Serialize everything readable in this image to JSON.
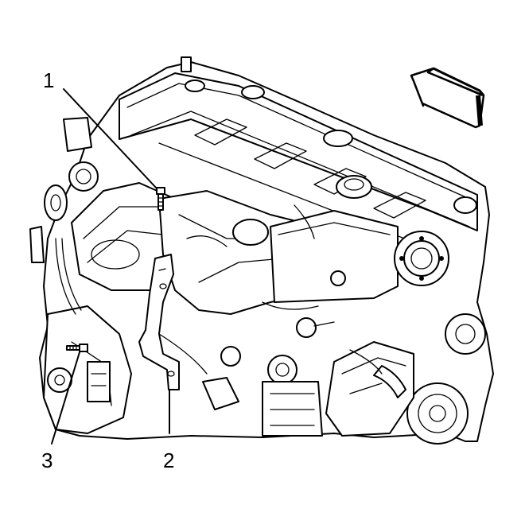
{
  "diagram": {
    "callouts": [
      {
        "id": "1",
        "label": "1"
      },
      {
        "id": "2",
        "label": "2"
      },
      {
        "id": "3",
        "label": "3"
      }
    ],
    "icons": [
      "direction-arrow-icon"
    ],
    "colors": {
      "line": "#000000",
      "background": "#ffffff"
    }
  }
}
